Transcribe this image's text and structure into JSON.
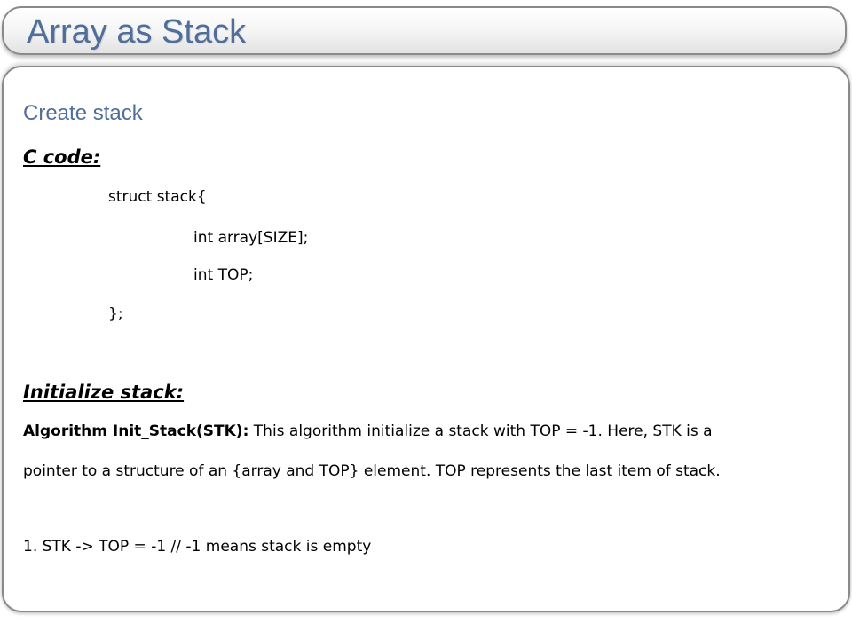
{
  "title": "Array as Stack",
  "subtitle": "Create stack",
  "c_code": {
    "heading": "C code:",
    "lines": [
      "struct stack{",
      "int array[SIZE];",
      "int TOP;",
      "};"
    ]
  },
  "init": {
    "heading": "Initialize stack:",
    "algo_name": "Algorithm Init_Stack(STK):",
    "line1_rest": " This algorithm initialize a stack with TOP = -1. Here, STK is a",
    "line2": "pointer to a structure of an {array and TOP} element. TOP represents the last item of stack.",
    "step1": "1.  STK -> TOP = -1   // -1 means stack is empty"
  }
}
